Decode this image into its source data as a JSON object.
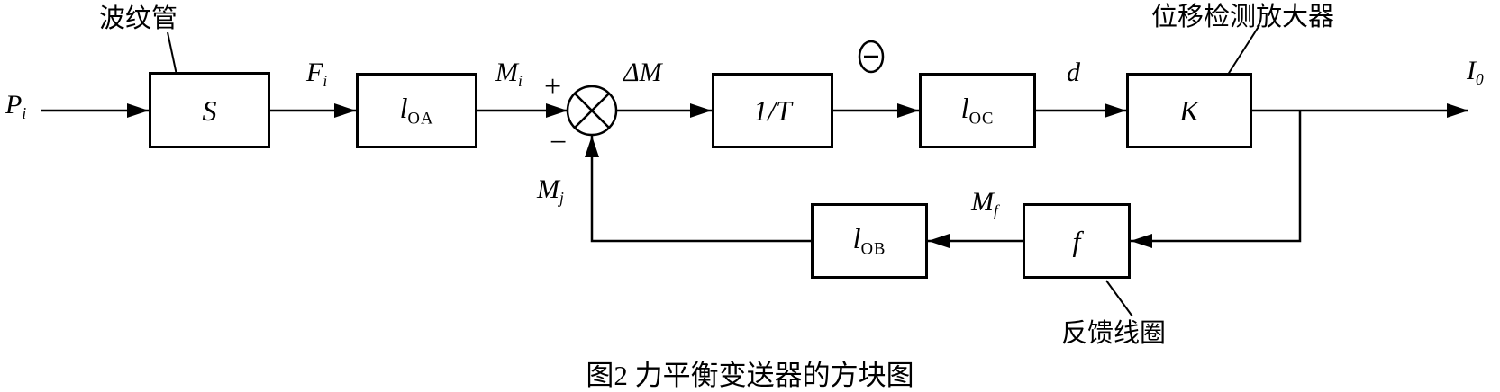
{
  "caption": "图2 力平衡变送器的方块图",
  "annotations": {
    "bellows": "波纹管",
    "displacement_amplifier": "位移检测放大器",
    "feedback_coil": "反馈线圈"
  },
  "blocks": {
    "s": "S",
    "l_oa": {
      "main": "l",
      "sub": "OA"
    },
    "inv_t": "1/T",
    "l_oc": {
      "main": "l",
      "sub": "OC"
    },
    "k": "K",
    "f": "f",
    "l_ob": {
      "main": "l",
      "sub": "OB"
    }
  },
  "signals": {
    "p_i": {
      "main": "P",
      "sub": "i"
    },
    "f_i": {
      "main": "F",
      "sub": "i"
    },
    "m_i": {
      "main": "M",
      "sub": "i"
    },
    "delta_m": "ΔM",
    "d": "d",
    "i_0": {
      "main": "I",
      "sub": "0"
    },
    "m_f": {
      "main": "M",
      "sub": "f"
    },
    "m_j": {
      "main": "M",
      "sub": "j"
    }
  },
  "junction": {
    "plus": "+",
    "minus": "−"
  }
}
